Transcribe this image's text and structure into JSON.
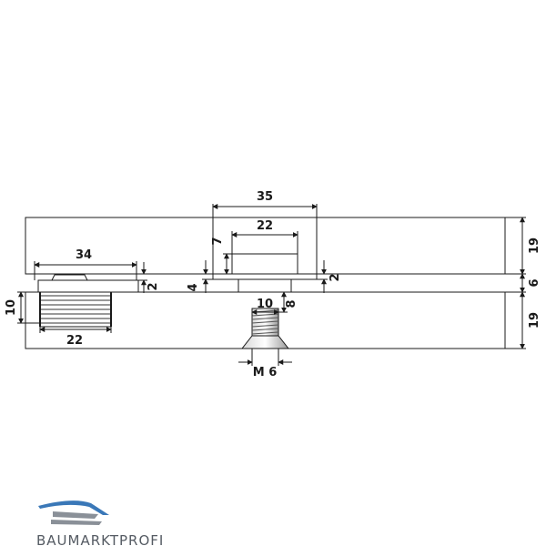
{
  "dimensions": {
    "bracket_width": "35",
    "plate_width": "22",
    "block_height": "7",
    "plate_gap": "2",
    "gap_height": "4",
    "thread_width": "10",
    "thread_depth": "8",
    "thread_size": "M 6",
    "housing_width": "34",
    "housing_offset": "2",
    "body_height": "10",
    "body_width": "22",
    "top_board": "19",
    "gap_total": "6",
    "bottom_board": "19"
  },
  "brand": {
    "name": "BAUMARKTPROFI",
    "colors": {
      "blue": "#3a78b8",
      "gray": "#8a9098"
    }
  }
}
